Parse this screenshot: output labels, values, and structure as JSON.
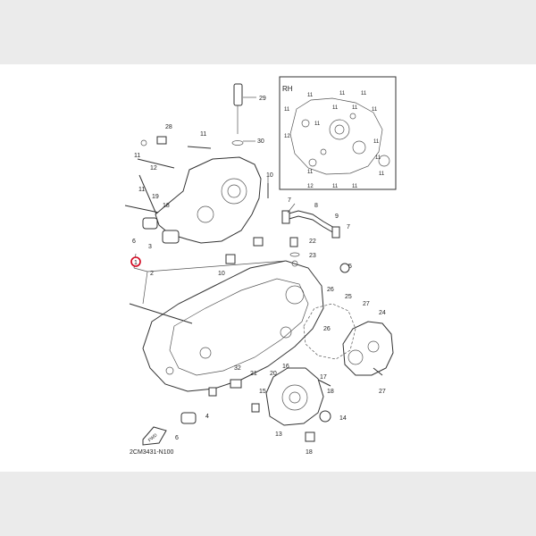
{
  "diagram": {
    "inset_label": "RH",
    "drawing_code": "2CM3431-N100",
    "fwd_label": "FWD",
    "highlight_callout": "1",
    "callouts": [
      {
        "id": "29",
        "text": "29"
      },
      {
        "id": "30",
        "text": "30"
      },
      {
        "id": "28",
        "text": "28"
      },
      {
        "id": "11a",
        "text": "11"
      },
      {
        "id": "12a",
        "text": "12"
      },
      {
        "id": "11b",
        "text": "11"
      },
      {
        "id": "10a",
        "text": "10"
      },
      {
        "id": "11c",
        "text": "11"
      },
      {
        "id": "19a",
        "text": "19"
      },
      {
        "id": "18a",
        "text": "18"
      },
      {
        "id": "6a",
        "text": "6"
      },
      {
        "id": "3",
        "text": "3"
      },
      {
        "id": "2",
        "text": "2"
      },
      {
        "id": "10b",
        "text": "10"
      },
      {
        "id": "7a",
        "text": "7"
      },
      {
        "id": "8",
        "text": "8"
      },
      {
        "id": "9",
        "text": "9"
      },
      {
        "id": "7b",
        "text": "7"
      },
      {
        "id": "22",
        "text": "22"
      },
      {
        "id": "23",
        "text": "23"
      },
      {
        "id": "5",
        "text": "5"
      },
      {
        "id": "26a",
        "text": "26"
      },
      {
        "id": "25",
        "text": "25"
      },
      {
        "id": "27a",
        "text": "27"
      },
      {
        "id": "24",
        "text": "24"
      },
      {
        "id": "26b",
        "text": "26"
      },
      {
        "id": "32",
        "text": "32"
      },
      {
        "id": "21",
        "text": "21"
      },
      {
        "id": "20",
        "text": "20"
      },
      {
        "id": "16",
        "text": "16"
      },
      {
        "id": "17",
        "text": "17"
      },
      {
        "id": "18b",
        "text": "18"
      },
      {
        "id": "27b",
        "text": "27"
      },
      {
        "id": "15",
        "text": "15"
      },
      {
        "id": "4",
        "text": "4"
      },
      {
        "id": "14",
        "text": "14"
      },
      {
        "id": "13",
        "text": "13"
      },
      {
        "id": "6b",
        "text": "6"
      },
      {
        "id": "18c",
        "text": "18"
      },
      {
        "id": "r11a",
        "text": "11"
      },
      {
        "id": "r11b",
        "text": "11"
      },
      {
        "id": "r11c",
        "text": "11"
      },
      {
        "id": "r11d",
        "text": "11"
      },
      {
        "id": "r11e",
        "text": "11"
      },
      {
        "id": "r11f",
        "text": "11"
      },
      {
        "id": "r11g",
        "text": "11"
      },
      {
        "id": "r11h",
        "text": "11"
      },
      {
        "id": "r11i",
        "text": "11"
      },
      {
        "id": "r11j",
        "text": "11"
      },
      {
        "id": "r11k",
        "text": "11"
      },
      {
        "id": "r12a",
        "text": "12"
      },
      {
        "id": "r12b",
        "text": "12"
      },
      {
        "id": "r11l",
        "text": "11"
      },
      {
        "id": "r11m",
        "text": "11"
      },
      {
        "id": "r11n",
        "text": "11"
      }
    ]
  }
}
